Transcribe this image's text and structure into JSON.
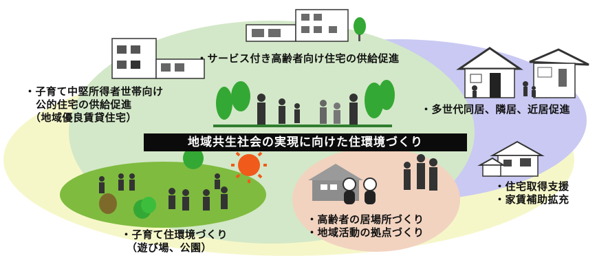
{
  "labels": {
    "elderly_housing": "・サービス付き高齢者向け住宅の供給促進",
    "public_housing_line1": "・子育て中堅所得者世帯向け",
    "public_housing_line2": "公的住宅の供給促進",
    "public_housing_line3": "（地域優良賃貸住宅）",
    "multigen": "・多世代同居、隣居、近居促進",
    "acquisition_line1": "・住宅取得支援",
    "acquisition_line2": "・家賃補助拡充",
    "elderly_place_line1": "・高齢者の居場所づくり",
    "elderly_place_line2": "・地域活動の拠点づくり",
    "childcare_line1": "・子育て住環境づくり",
    "childcare_line2": "（遊び場、公園）"
  },
  "banner": "地域共生社会の実現に向けた住環境づくり",
  "colors": {
    "outer_ellipse": "#f6f7c9",
    "lavender_ellipse": "#c9c9f3",
    "central_area": "#d3e8c8",
    "park": "#7fbb3f",
    "community_zone": "#f2d3c0",
    "sun": "#f05a1a",
    "tree": "#34a834"
  }
}
